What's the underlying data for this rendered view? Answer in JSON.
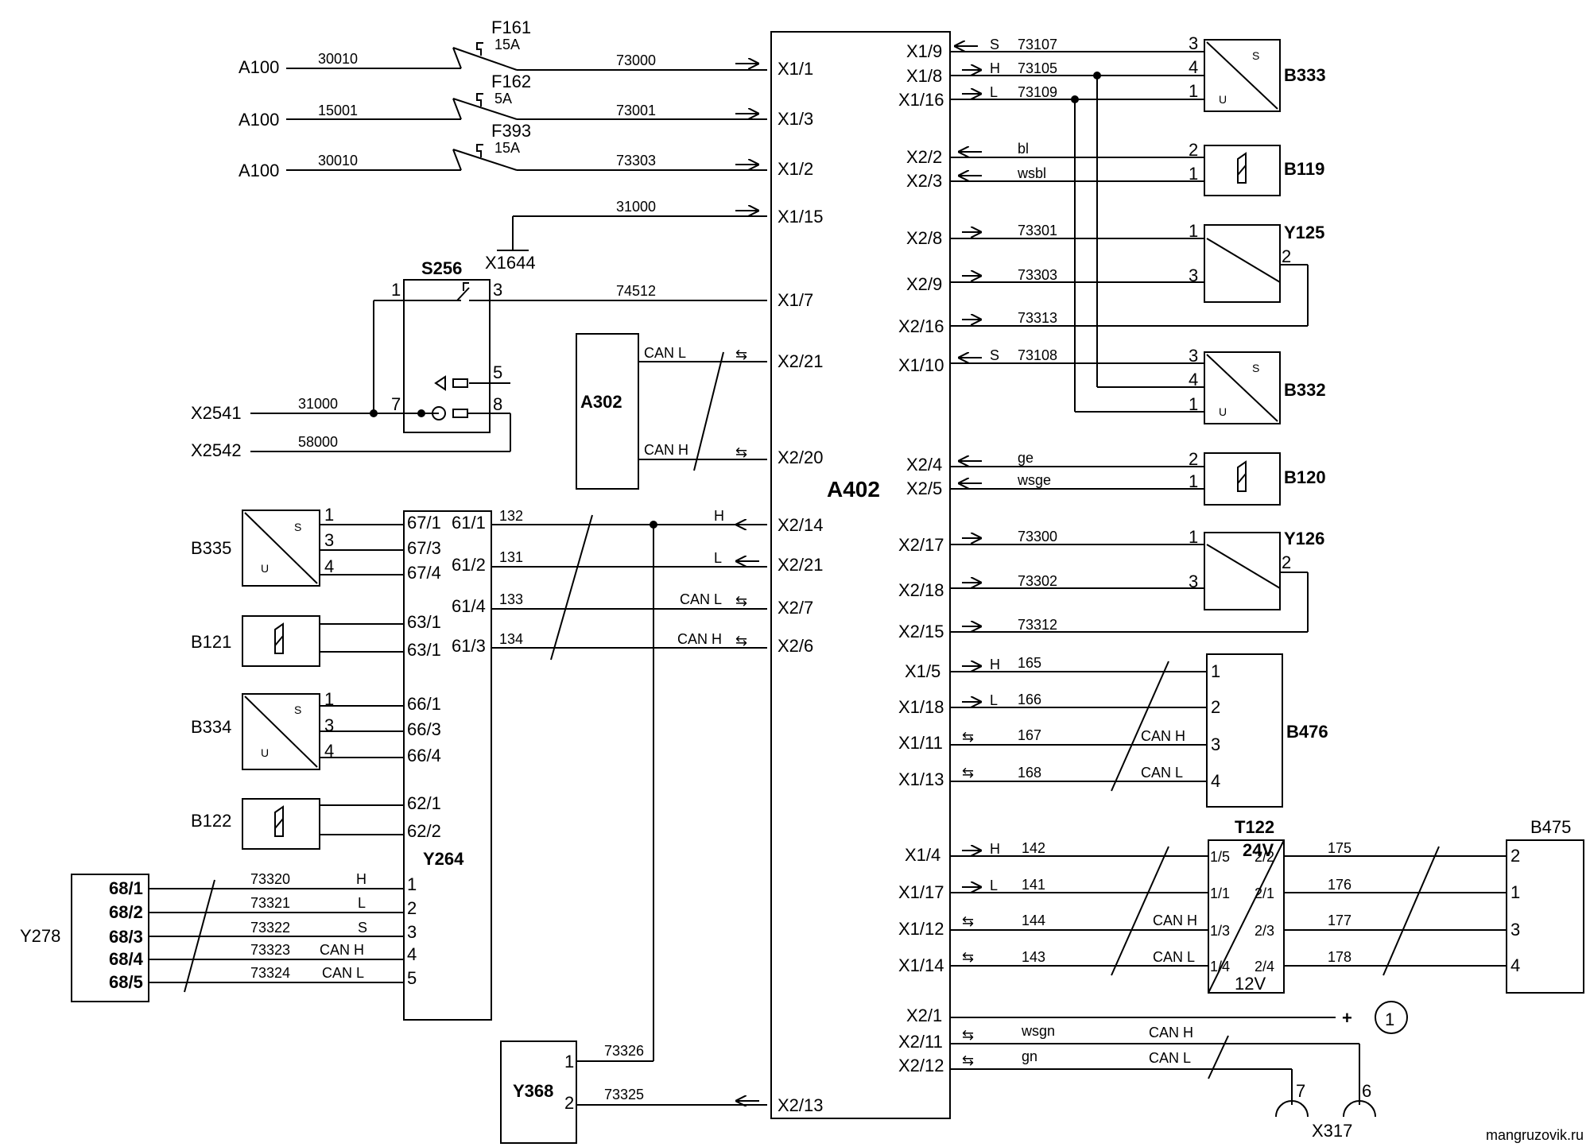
{
  "watermark": "mangruzovik.ru",
  "central_unit": "A402",
  "fuses": [
    {
      "name": "F161",
      "rating": "15A",
      "source": "A100",
      "wire_in": "30010",
      "wire_out": "73000",
      "pin": "X1/1"
    },
    {
      "name": "F162",
      "rating": "5A",
      "source": "A100",
      "wire_in": "15001",
      "wire_out": "73001",
      "pin": "X1/3"
    },
    {
      "name": "F393",
      "rating": "15A",
      "source": "A100",
      "wire_in": "30010",
      "wire_out": "73303",
      "pin": "X1/2"
    }
  ],
  "ground": {
    "name": "X1644",
    "wire": "31000",
    "pin": "X1/15"
  },
  "s256": {
    "name": "S256",
    "wire_out": "74512",
    "pin": "X1/7",
    "t1": "1",
    "t3": "3",
    "t5": "5",
    "t7": "7",
    "t8": "8"
  },
  "x2541": {
    "name": "X2541",
    "wire": "31000"
  },
  "x2542": {
    "name": "X2542",
    "wire": "58000"
  },
  "a302": {
    "name": "A302",
    "can_l": "CAN L",
    "can_h": "CAN H",
    "pin_l": "X2/21",
    "pin_h": "X2/20"
  },
  "y264": {
    "name": "Y264",
    "left_pins": [
      "67/1",
      "67/3",
      "67/4",
      "63/1",
      "63/1",
      "66/1",
      "66/3",
      "66/4",
      "62/1",
      "62/2"
    ],
    "right_pins": [
      "61/1",
      "61/2",
      "61/4",
      "61/3"
    ],
    "right_wires": [
      "132",
      "131",
      "133",
      "134"
    ],
    "right_labels": [
      "H",
      "L",
      "CAN L",
      "CAN H"
    ],
    "a402_pins": [
      "X2/14",
      "X2/21",
      "X2/7",
      "X2/6"
    ],
    "bottom_pins": [
      "1",
      "2",
      "3",
      "4",
      "5"
    ],
    "bottom_labels": [
      "H",
      "L",
      "S",
      "CAN H",
      "CAN L"
    ]
  },
  "b335": {
    "name": "B335",
    "pins": [
      "1",
      "3",
      "4"
    ],
    "s": "S",
    "u": "U"
  },
  "b121": {
    "name": "B121"
  },
  "b334": {
    "name": "B334",
    "pins": [
      "1",
      "3",
      "4"
    ],
    "s": "S",
    "u": "U"
  },
  "b122": {
    "name": "B122"
  },
  "y278": {
    "name": "Y278",
    "pins": [
      "68/1",
      "68/2",
      "68/3",
      "68/4",
      "68/5"
    ],
    "wires": [
      "73320",
      "73321",
      "73322",
      "73323",
      "73324"
    ]
  },
  "y368": {
    "name": "Y368",
    "pins": [
      "1",
      "2"
    ],
    "wires": [
      "73326",
      "73325"
    ],
    "pin": "X2/13"
  },
  "right_side": {
    "b333": {
      "name": "B333",
      "pins_a402": [
        "X1/9",
        "X1/8",
        "X1/16"
      ],
      "sig": [
        "S",
        "H",
        "L"
      ],
      "wires": [
        "73107",
        "73105",
        "73109"
      ],
      "pins": [
        "3",
        "4",
        "1"
      ],
      "s": "S",
      "u": "U"
    },
    "b119": {
      "name": "B119",
      "pins_a402": [
        "X2/2",
        "X2/3"
      ],
      "wires": [
        "bl",
        "wsbl"
      ],
      "pins": [
        "2",
        "1"
      ]
    },
    "y125": {
      "name": "Y125",
      "pins_a402": [
        "X2/8",
        "X2/9",
        "X2/16"
      ],
      "wires": [
        "73301",
        "73303",
        "73313"
      ],
      "pins": [
        "1",
        "3",
        "2"
      ]
    },
    "b332": {
      "name": "B332",
      "pins_a402": [
        "X1/10"
      ],
      "sig": "S",
      "wires": [
        "73108"
      ],
      "pins": [
        "3",
        "4",
        "1"
      ],
      "s": "S",
      "u": "U"
    },
    "b120": {
      "name": "B120",
      "pins_a402": [
        "X2/4",
        "X2/5"
      ],
      "wires": [
        "ge",
        "wsge"
      ],
      "pins": [
        "2",
        "1"
      ]
    },
    "y126": {
      "name": "Y126",
      "pins_a402": [
        "X2/17",
        "X2/18",
        "X2/15"
      ],
      "wires": [
        "73300",
        "73302",
        "73312"
      ],
      "pins": [
        "1",
        "3",
        "2"
      ]
    },
    "b476": {
      "name": "B476",
      "pins_a402": [
        "X1/5",
        "X1/18",
        "X1/11",
        "X1/13"
      ],
      "sig": [
        "H",
        "L"
      ],
      "wires": [
        "165",
        "166",
        "167",
        "168"
      ],
      "can": [
        "CAN H",
        "CAN L"
      ],
      "pins": [
        "1",
        "2",
        "3",
        "4"
      ]
    },
    "t122": {
      "name": "T122",
      "v24": "24V",
      "v12": "12V",
      "pins_a402": [
        "X1/4",
        "X1/17",
        "X1/12",
        "X1/14"
      ],
      "sig": [
        "H",
        "L"
      ],
      "wires": [
        "142",
        "141",
        "144",
        "143"
      ],
      "can": [
        "CAN H",
        "CAN L"
      ],
      "left_pins": [
        "1/5",
        "1/1",
        "1/3",
        "1/4"
      ],
      "right_pins": [
        "2/2",
        "2/1",
        "2/3",
        "2/4"
      ],
      "out_wires": [
        "175",
        "176",
        "177",
        "178"
      ]
    },
    "b475": {
      "name": "B475",
      "pins": [
        "2",
        "1",
        "3",
        "4"
      ]
    },
    "bottom": {
      "pins_a402": [
        "X2/1",
        "X2/11",
        "X2/12"
      ],
      "plus": "+",
      "circle": "1",
      "wires": [
        "wsgn",
        "gn"
      ],
      "can": [
        "CAN H",
        "CAN L"
      ],
      "x317": "X317",
      "x317_pins": [
        "7",
        "6"
      ]
    }
  }
}
